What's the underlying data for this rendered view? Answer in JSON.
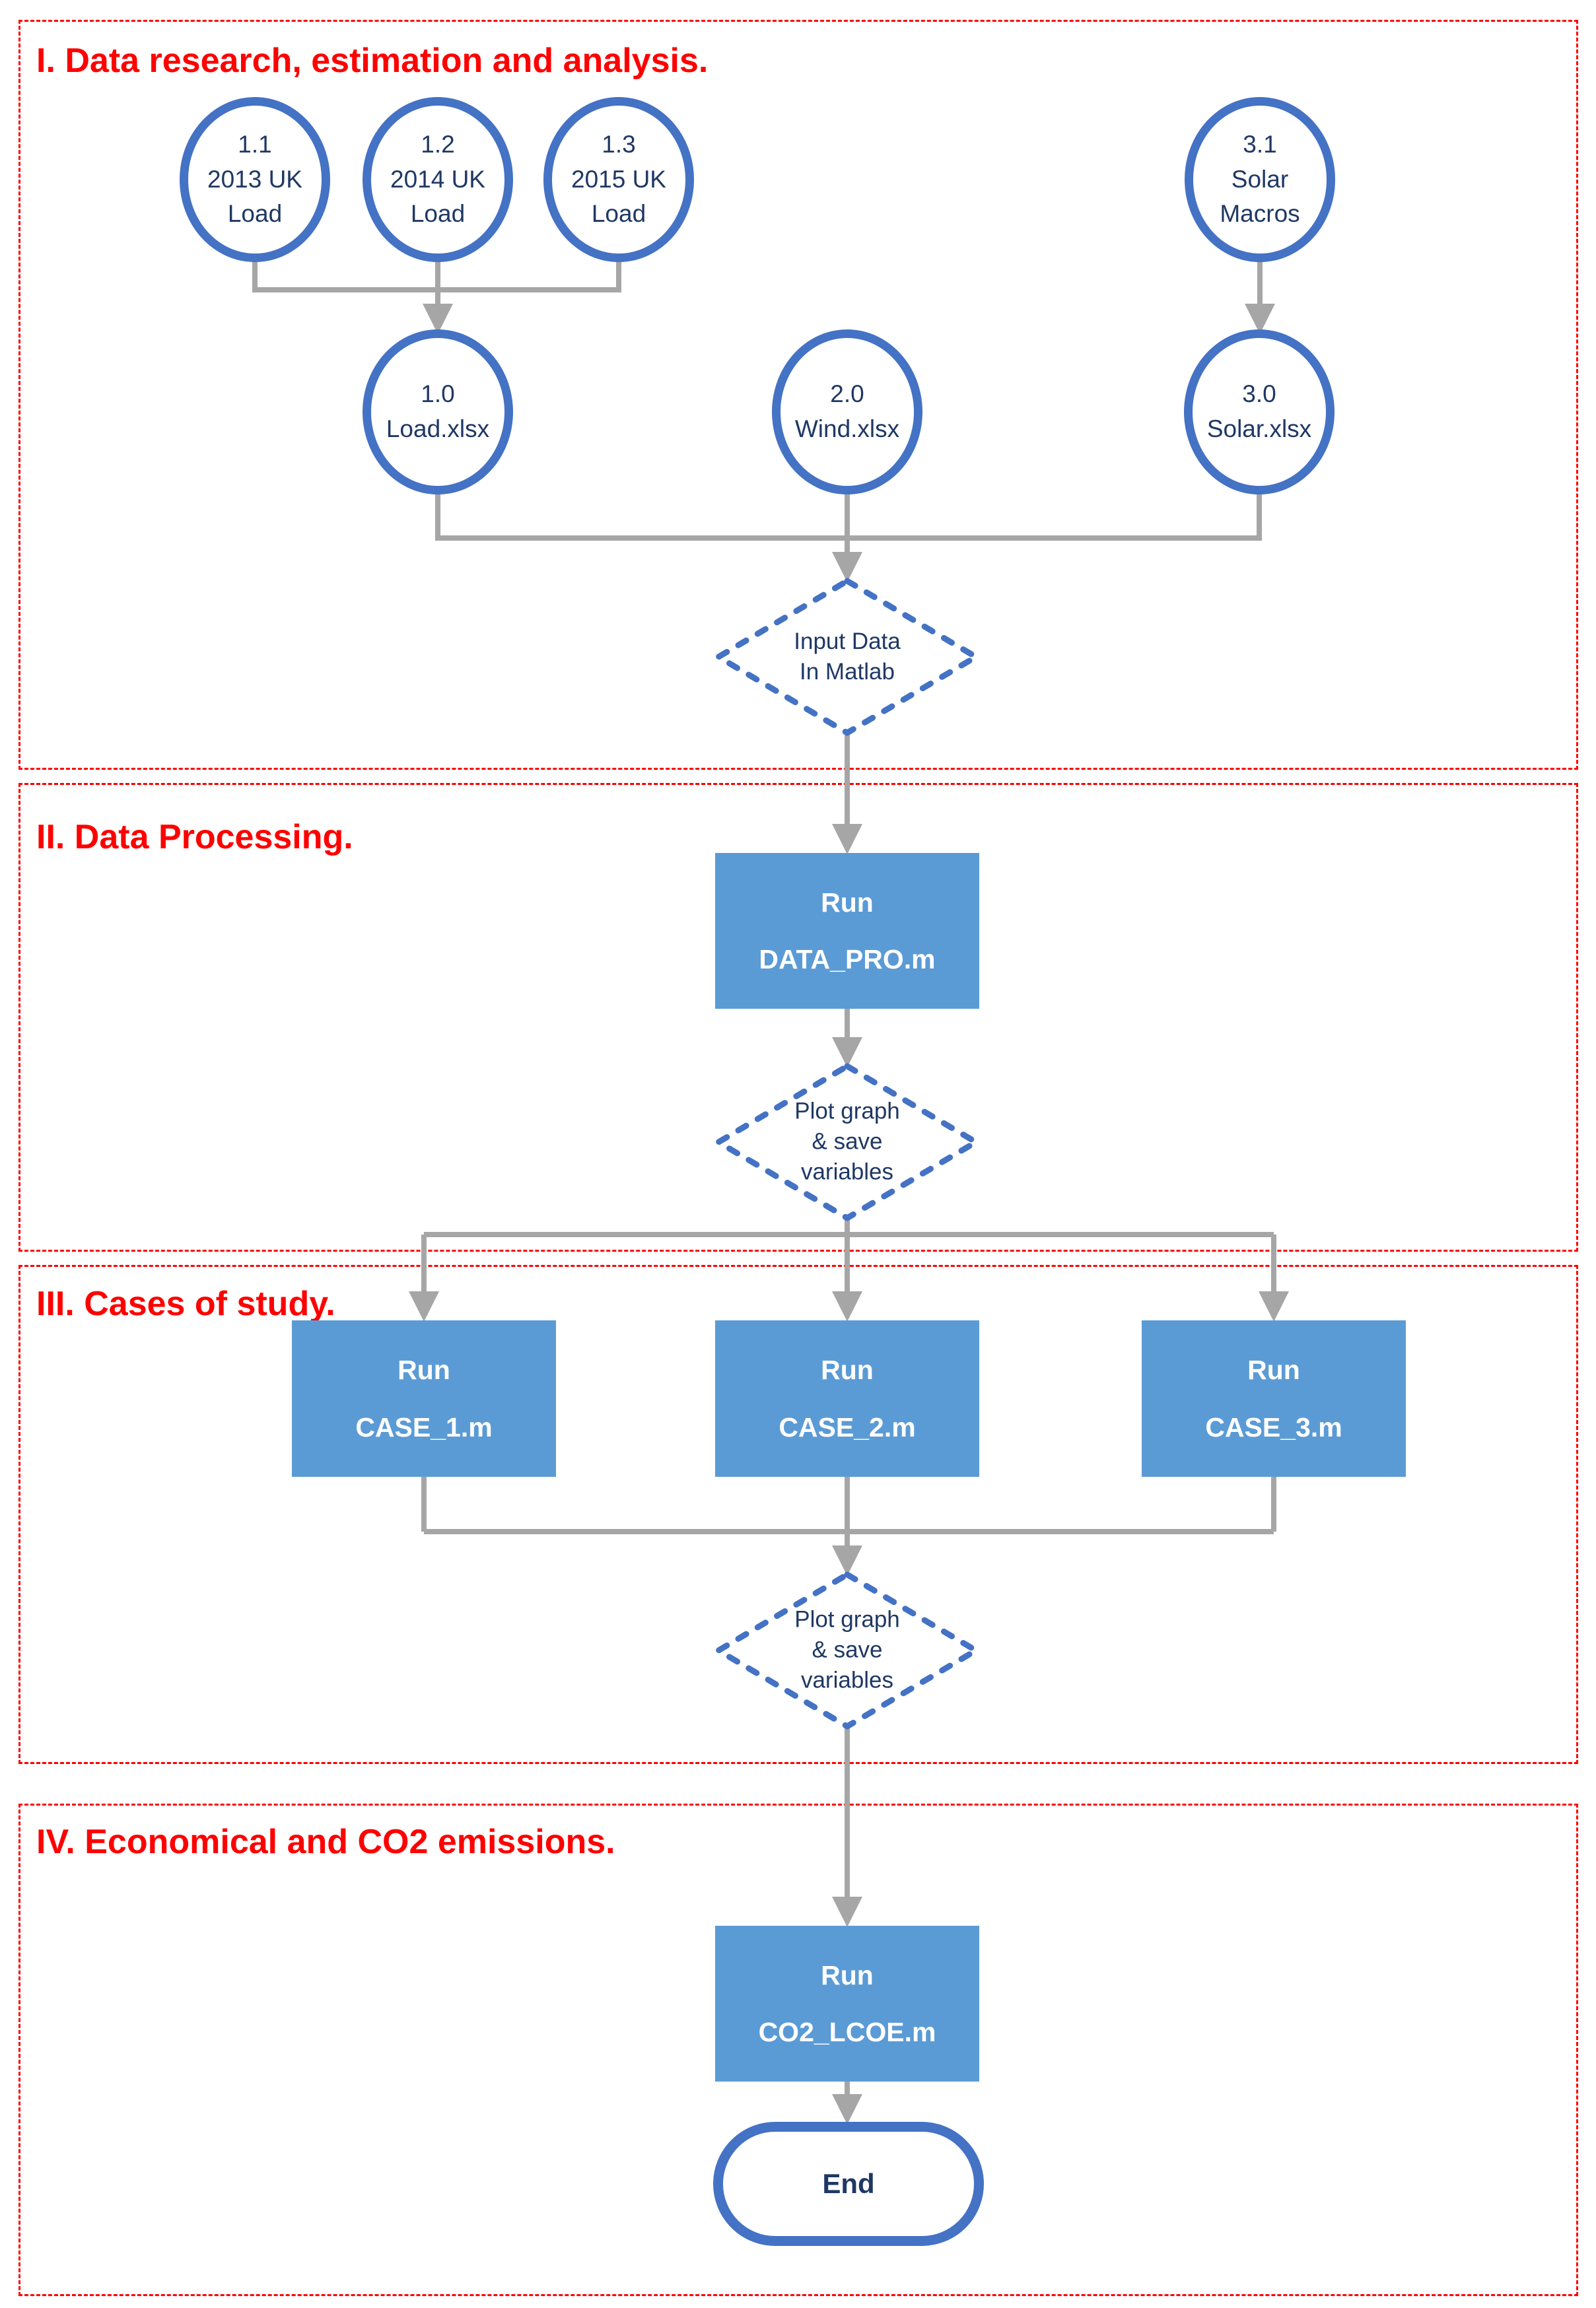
{
  "colors": {
    "accent_blue": "#4472C4",
    "process_fill": "#5B9BD5",
    "node_text": "#1F3864",
    "connector_gray": "#A6A6A6",
    "section_red": "#FF0000"
  },
  "sections": [
    {
      "title": "I. Data research, estimation and analysis."
    },
    {
      "title": "II. Data Processing."
    },
    {
      "title": "III. Cases of study."
    },
    {
      "title": "IV. Economical and CO2 emissions."
    }
  ],
  "nodes": {
    "sources": [
      {
        "id": "1.1",
        "label": "2013 UK\nLoad"
      },
      {
        "id": "1.2",
        "label": "2014 UK\nLoad"
      },
      {
        "id": "1.3",
        "label": "2015 UK\nLoad"
      },
      {
        "id": "3.1",
        "label": "Solar\nMacros"
      }
    ],
    "files": [
      {
        "id": "1.0",
        "label": "Load.xlsx"
      },
      {
        "id": "2.0",
        "label": "Wind.xlsx"
      },
      {
        "id": "3.0",
        "label": "Solar.xlsx"
      }
    ],
    "decisions": [
      {
        "label": "Input Data\nIn Matlab"
      },
      {
        "label": "Plot graph\n& save\nvariables"
      },
      {
        "label": "Plot graph\n& save\nvariables"
      }
    ],
    "processes": [
      {
        "label": "Run\nDATA_PRO.m"
      },
      {
        "label": "Run\nCASE_1.m"
      },
      {
        "label": "Run\nCASE_2.m"
      },
      {
        "label": "Run\nCASE_3.m"
      },
      {
        "label": "Run\nCO2_LCOE.m"
      }
    ],
    "terminator": {
      "label": "End"
    }
  }
}
